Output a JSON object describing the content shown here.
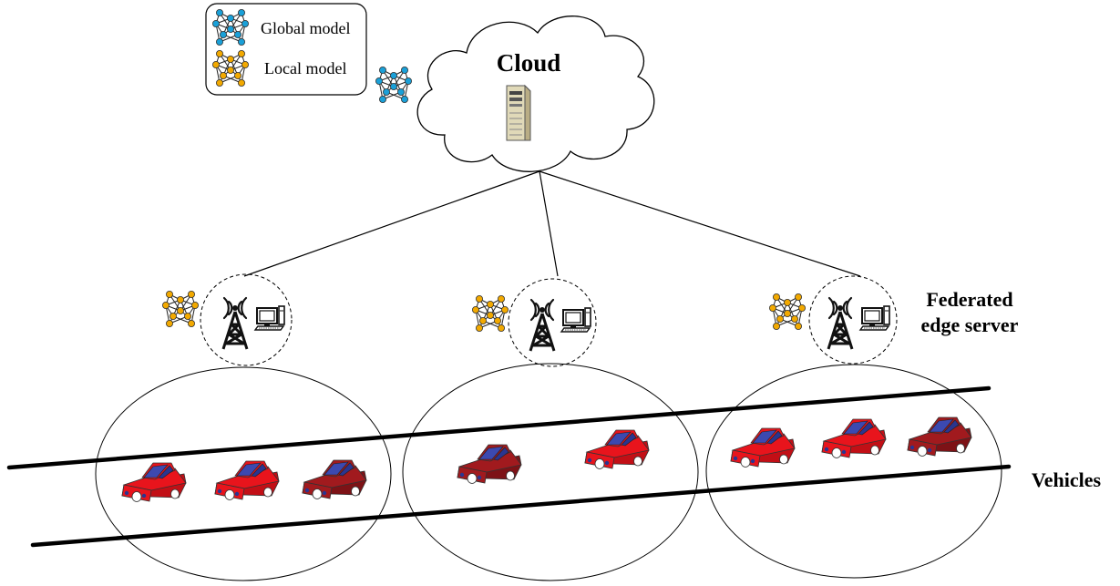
{
  "legend": {
    "global_label": "Global model",
    "local_label": "Local model"
  },
  "cloud": {
    "label": "Cloud"
  },
  "edge": {
    "label_line1": "Federated",
    "label_line2": "edge server"
  },
  "vehicles": {
    "label": "Vehicles"
  },
  "colors": {
    "global_model_node": "#1aa0d8",
    "local_model_node": "#f2a900",
    "car_bright": "#e8141c",
    "car_dark": "#a11a1e",
    "car_window": "#3c49b0"
  },
  "icons": {
    "global_model": "neural-network-icon",
    "local_model": "neural-network-icon",
    "server": "server-tower-icon",
    "tower": "radio-tower-icon",
    "computer": "desktop-computer-icon",
    "car": "car-icon"
  }
}
